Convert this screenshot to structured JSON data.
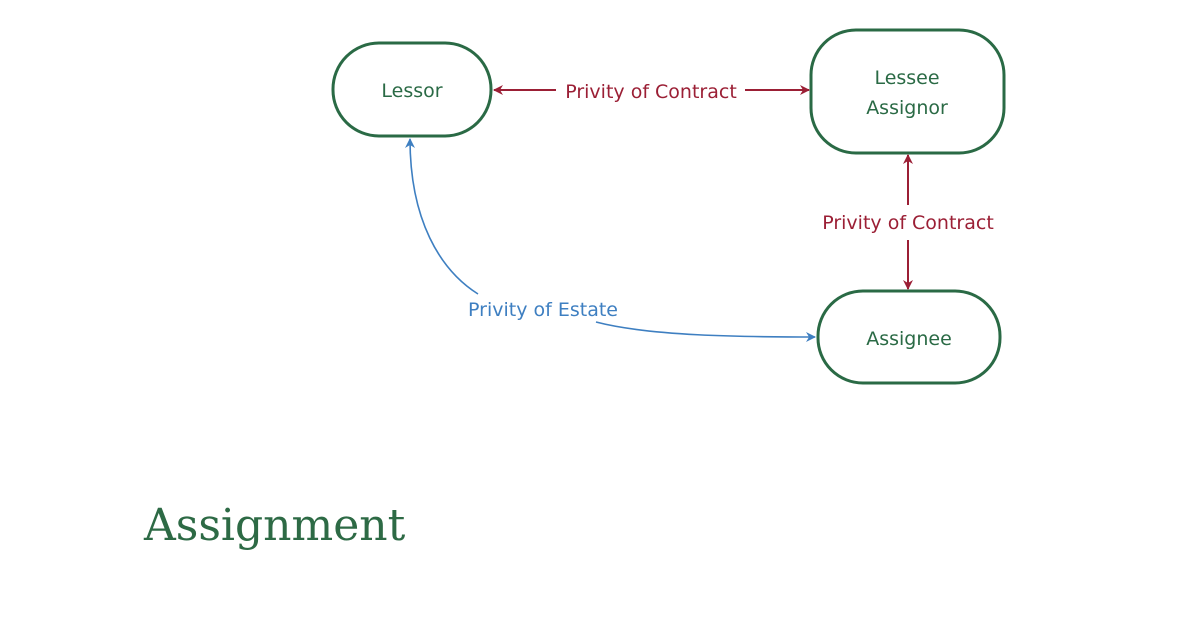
{
  "diagram": {
    "nodes": {
      "lessor": "Lessor",
      "lessee_line1": "Lessee",
      "lessee_line2": "Assignor",
      "assignee": "Assignee"
    },
    "edges": {
      "lessor_lessee": "Privity of Contract",
      "lessee_assignee": "Privity of Contract",
      "lessor_assignee": "Privity of Estate"
    },
    "colors": {
      "node": "#2a6a45",
      "contract": "#9b1f35",
      "estate": "#3e7fc1"
    }
  },
  "title": "Assignment"
}
